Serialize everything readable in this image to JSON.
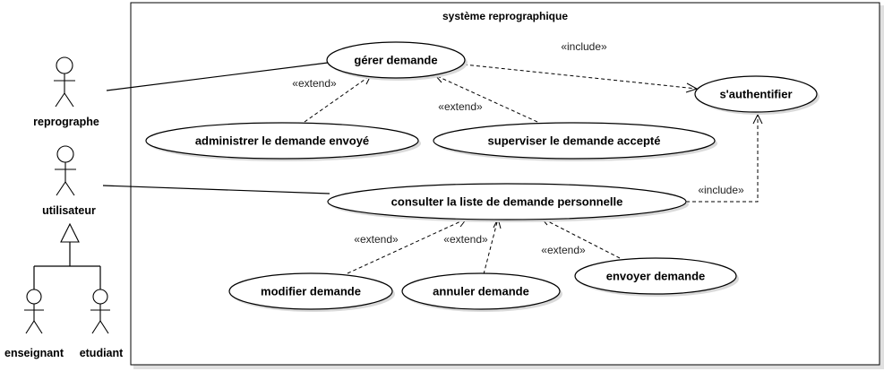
{
  "system": {
    "title": "système reprographique"
  },
  "actors": {
    "reprographe": "reprographe",
    "utilisateur": "utilisateur",
    "enseignant": "enseignant",
    "etudiant": "etudiant"
  },
  "use_cases": {
    "gerer_demande": "gérer demande",
    "authentifier": "s'authentifier",
    "administrer": "administrer le demande envoyé",
    "superviser": "superviser le demande accepté",
    "consulter": "consulter la liste de demande personnelle",
    "modifier": "modifier demande",
    "annuler": "annuler demande",
    "envoyer": "envoyer demande"
  },
  "stereotypes": {
    "include_1": "«include»",
    "include_2": "«include»",
    "extend_admin": "«extend»",
    "extend_superviser": "«extend»",
    "extend_modifier": "«extend»",
    "extend_annuler": "«extend»",
    "extend_envoyer": "«extend»"
  }
}
